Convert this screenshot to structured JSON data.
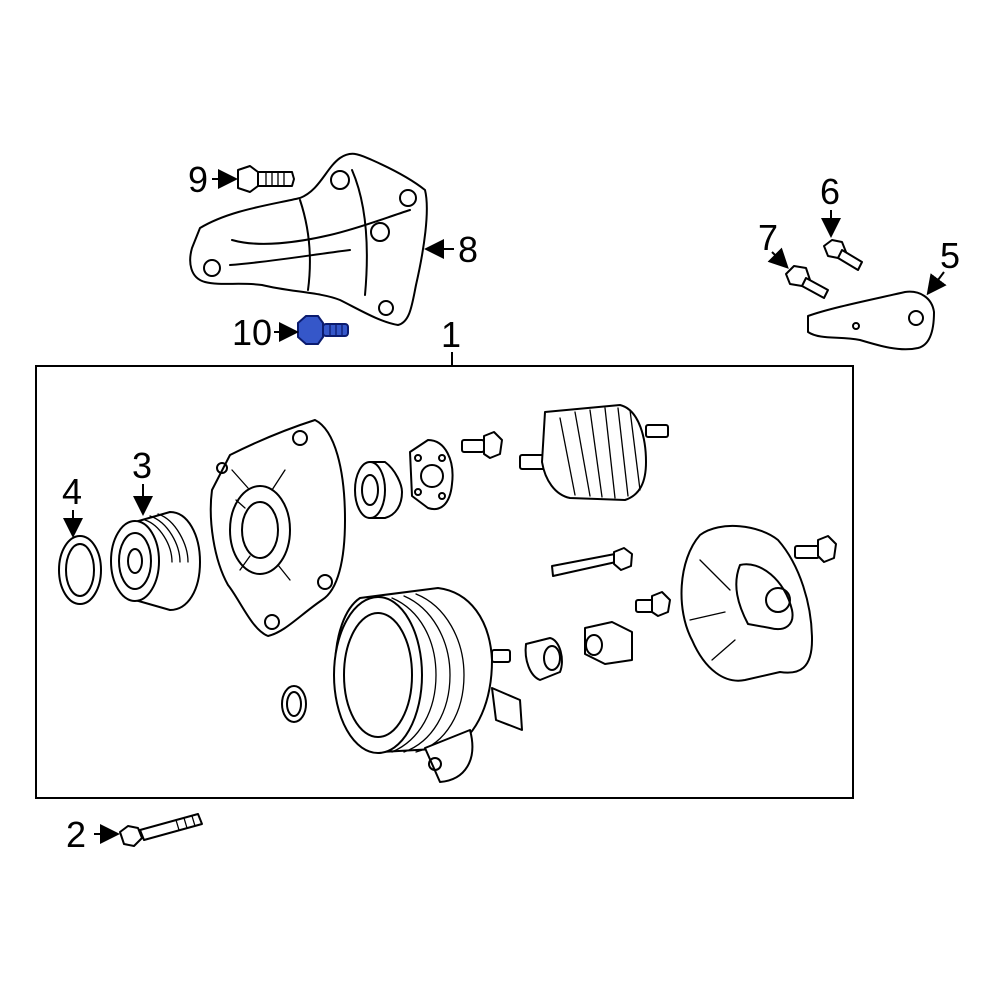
{
  "callouts": {
    "c1": "1",
    "c2": "2",
    "c3": "3",
    "c4": "4",
    "c5": "5",
    "c6": "6",
    "c7": "7",
    "c8": "8",
    "c9": "9",
    "c10": "10"
  },
  "highlighted_part": "10",
  "colors": {
    "highlight": "#3557c9",
    "highlight_outline": "#0b1b6e",
    "line": "#000000",
    "background": "#ffffff"
  }
}
